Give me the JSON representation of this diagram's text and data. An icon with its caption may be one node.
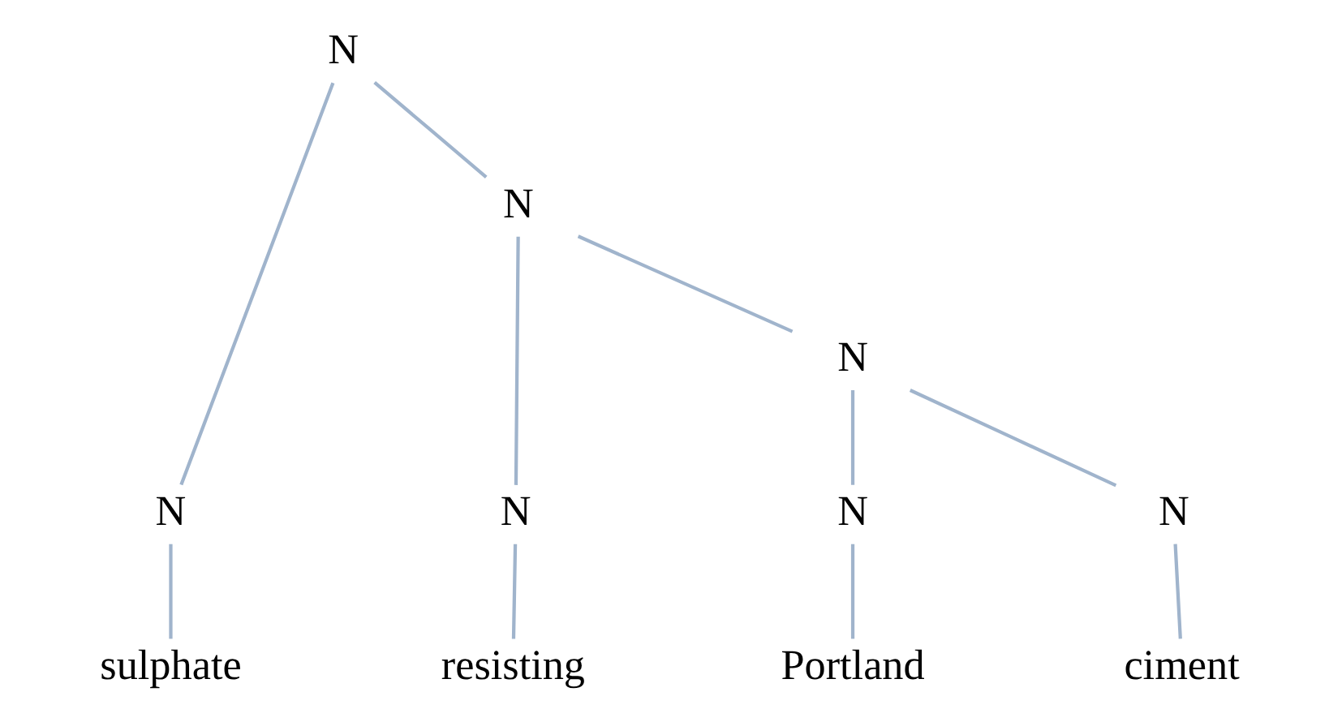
{
  "diagram": {
    "nodes": [
      {
        "text": [
          "N"
        ]
      },
      {
        "text": [
          "N"
        ]
      },
      {
        "text": [
          "N"
        ]
      },
      {
        "text": [
          "N"
        ]
      },
      {
        "text": [
          "N"
        ]
      },
      {
        "text": [
          "N"
        ]
      },
      {
        "text": [
          "N"
        ]
      },
      {
        "text": [
          "sulphate"
        ]
      },
      {
        "text": [
          "resisting"
        ]
      },
      {
        "text": [
          "Portland"
        ]
      },
      {
        "text": [
          "ciment"
        ]
      }
    ],
    "edges": [
      {
        "from": 0,
        "to": 3,
        "arrow": "none"
      },
      {
        "from": 0,
        "to": 1,
        "arrow": "none"
      },
      {
        "from": 1,
        "to": 4,
        "arrow": "none"
      },
      {
        "from": 1,
        "to": 2,
        "arrow": "none"
      },
      {
        "from": 2,
        "to": 5,
        "arrow": "none"
      },
      {
        "from": 2,
        "to": 6,
        "arrow": "none"
      },
      {
        "from": 3,
        "to": 7,
        "arrow": "none"
      },
      {
        "from": 4,
        "to": 8,
        "arrow": "none"
      },
      {
        "from": 5,
        "to": 9,
        "arrow": "none"
      },
      {
        "from": 6,
        "to": 10,
        "arrow": "none"
      }
    ]
  }
}
